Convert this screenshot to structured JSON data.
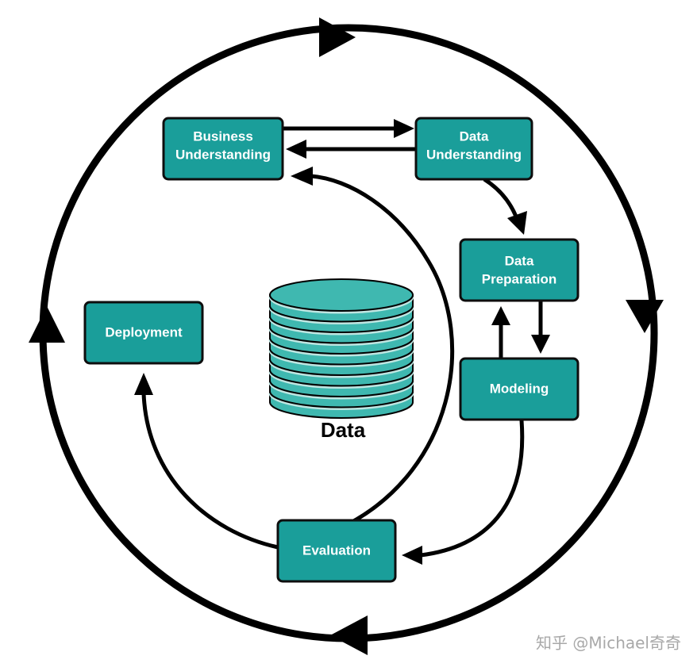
{
  "diagram": {
    "phases": {
      "business_understanding": [
        "Business",
        "Understanding"
      ],
      "data_understanding": [
        "Data",
        "Understanding"
      ],
      "data_preparation": [
        "Data",
        "Preparation"
      ],
      "modeling": [
        "Modeling"
      ],
      "evaluation": [
        "Evaluation"
      ],
      "deployment": [
        "Deployment"
      ]
    },
    "center_label": "Data"
  },
  "watermark": "知乎 @Michael奇奇",
  "colors": {
    "box_fill": "#1a9e9a",
    "box_border": "#0e0e0e",
    "arrow": "#000000",
    "text": "#ffffff",
    "disk_fill": "#3fb8b0",
    "disk_rim": "#bfe6e2",
    "watermark": "#a8a8a8"
  }
}
